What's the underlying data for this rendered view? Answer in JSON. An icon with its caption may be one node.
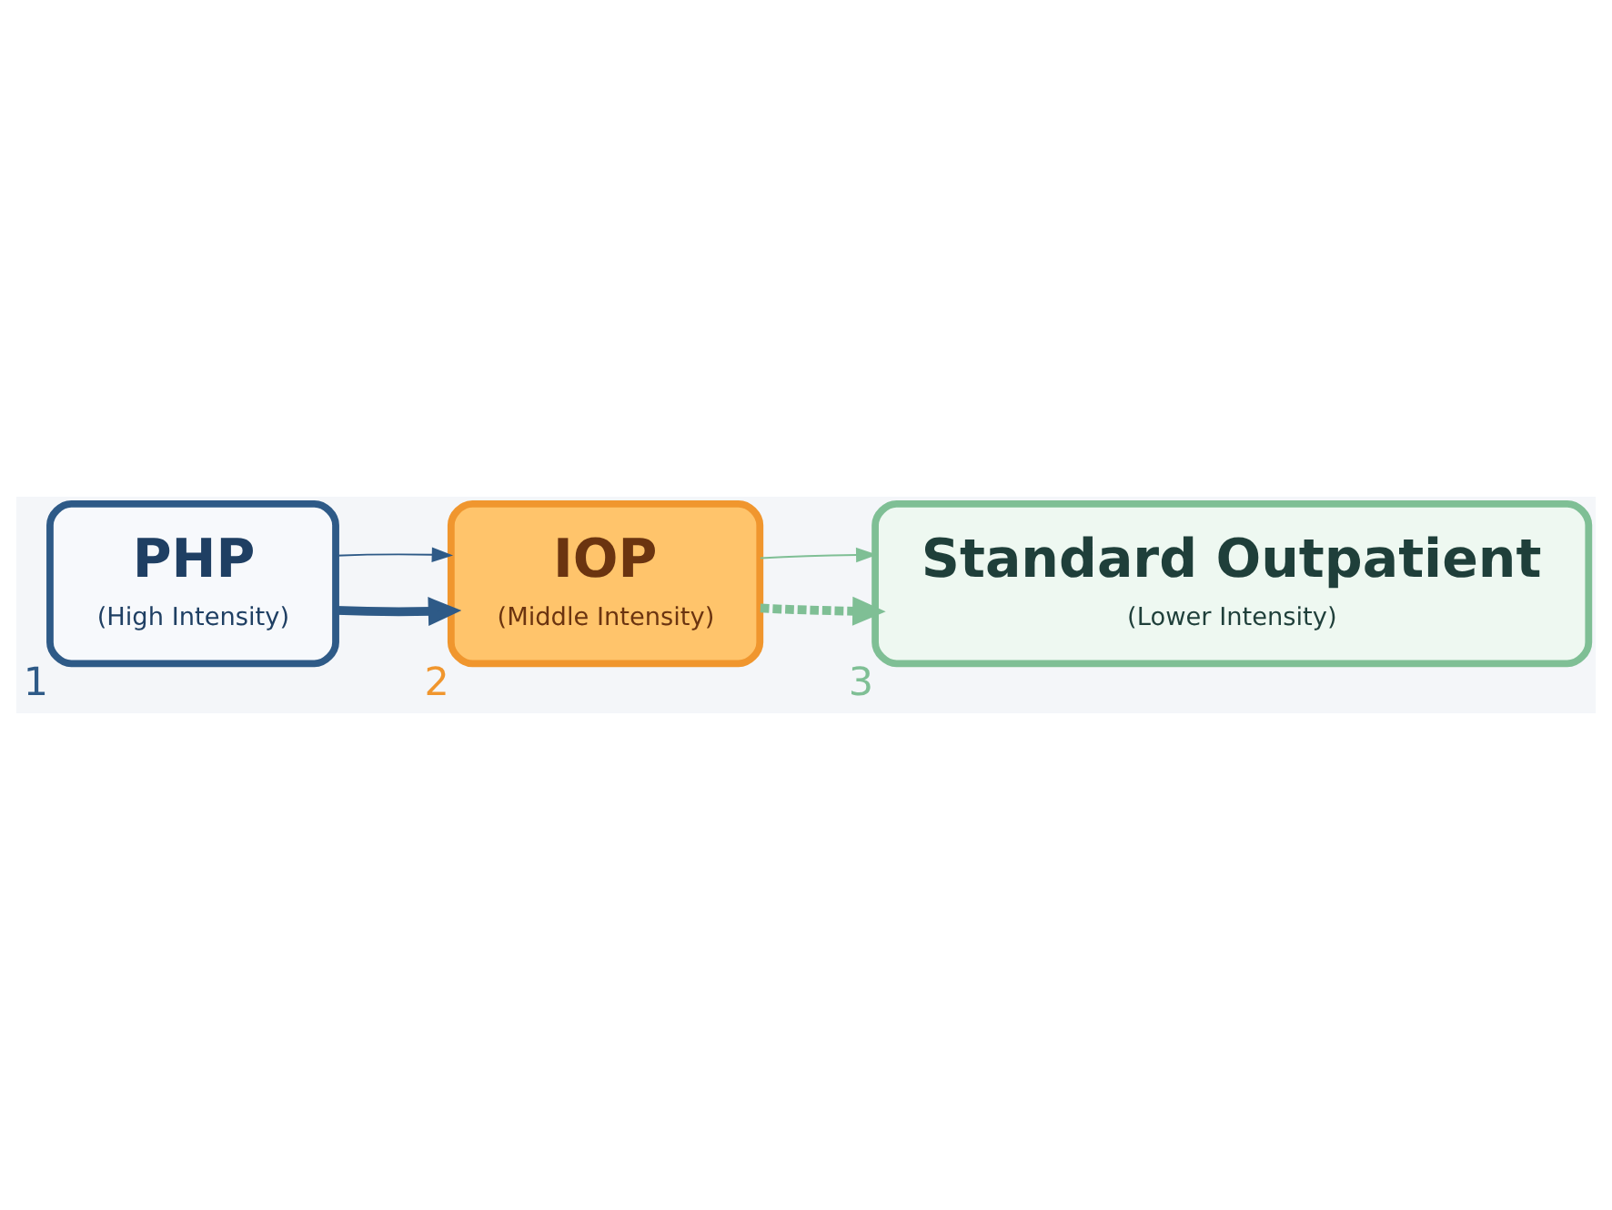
{
  "diagram": {
    "nodes": [
      {
        "text": [
          "PHP",
          "(High Intensity)"
        ],
        "beside": [
          "1"
        ]
      },
      {
        "text": [
          "IOP",
          "(Middle Intensity)"
        ],
        "beside": [
          "2"
        ]
      },
      {
        "text": [
          "Standard Outpatient",
          "(Lower Intensity)"
        ],
        "beside": [
          "3"
        ]
      }
    ],
    "edges": [
      {
        "from": 0,
        "to": 1,
        "arrow": "to",
        "style": "thick"
      },
      {
        "from": 0,
        "to": 1,
        "arrow": "to"
      },
      {
        "from": 1,
        "to": 2,
        "arrow": "to",
        "style": "dashed",
        "color": "#7fbf95"
      },
      {
        "from": 1,
        "to": 2,
        "arrow": "to",
        "color": "#7fbf95"
      }
    ]
  }
}
